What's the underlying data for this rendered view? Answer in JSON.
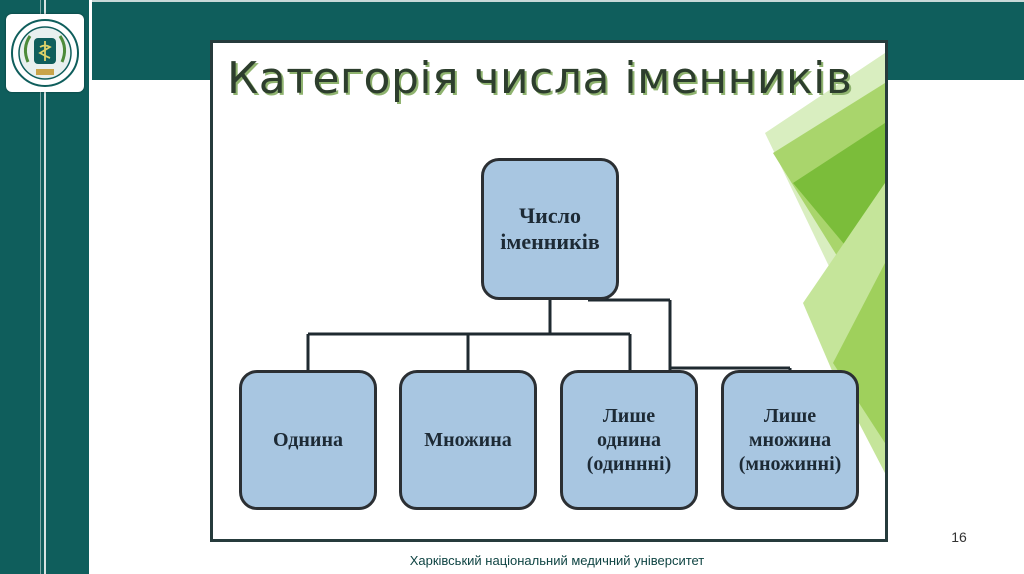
{
  "slide": {
    "title": "Категорія числа іменників",
    "page_number": "16",
    "footer": "Харківський національний медичний університет"
  },
  "diagram": {
    "root": {
      "lines": [
        "Число",
        "іменників"
      ]
    },
    "children": [
      {
        "lines": [
          "Однина"
        ]
      },
      {
        "lines": [
          "Множина"
        ]
      },
      {
        "lines": [
          "Лише",
          "однина",
          "(одиннні)"
        ]
      },
      {
        "lines": [
          "Лише",
          "множина",
          "(множинні)"
        ]
      }
    ]
  },
  "colors": {
    "frame_teal": "#0f5e5c",
    "node_fill": "#a8c6e1",
    "accent_green": "#8cc63f"
  },
  "icons": {
    "logo": "university-seal-icon"
  }
}
